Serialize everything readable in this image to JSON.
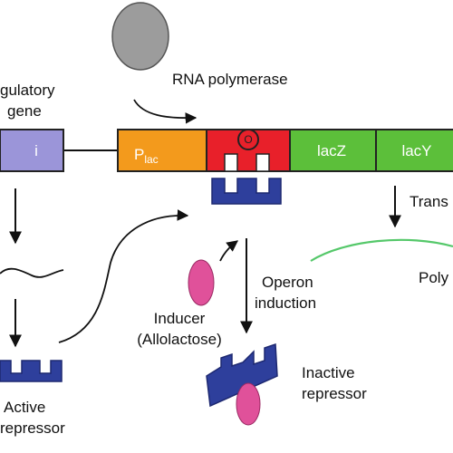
{
  "labels": {
    "regulatory_gene_line1": "gulatory",
    "regulatory_gene_line2": "gene",
    "rna_polymerase": "RNA polymerase",
    "gene_i": "i",
    "promoter_main": "P",
    "promoter_sub": "lac",
    "operator": "O",
    "lacz": "lacZ",
    "lacy": "lacY",
    "transcription_partial": "Trans",
    "polypeptide_partial": "Poly",
    "operon_line1": "Operon",
    "operon_line2": "induction",
    "inducer_line1": "Inducer",
    "inducer_line2": "(Allolactose)",
    "inactive_line1": "Inactive",
    "inactive_line2": "repressor",
    "active_line1": "Active",
    "active_line2": "repressor"
  },
  "colors": {
    "regulatory_gene": "#9b95d9",
    "promoter": "#f39a1c",
    "operator": "#e8202a",
    "structural_genes": "#5cbf3a",
    "repressor": "#2e3f9c",
    "inducer": "#e0519a",
    "rna_polymerase": "#9c9c9c",
    "mrna_line": "#55c86a"
  }
}
